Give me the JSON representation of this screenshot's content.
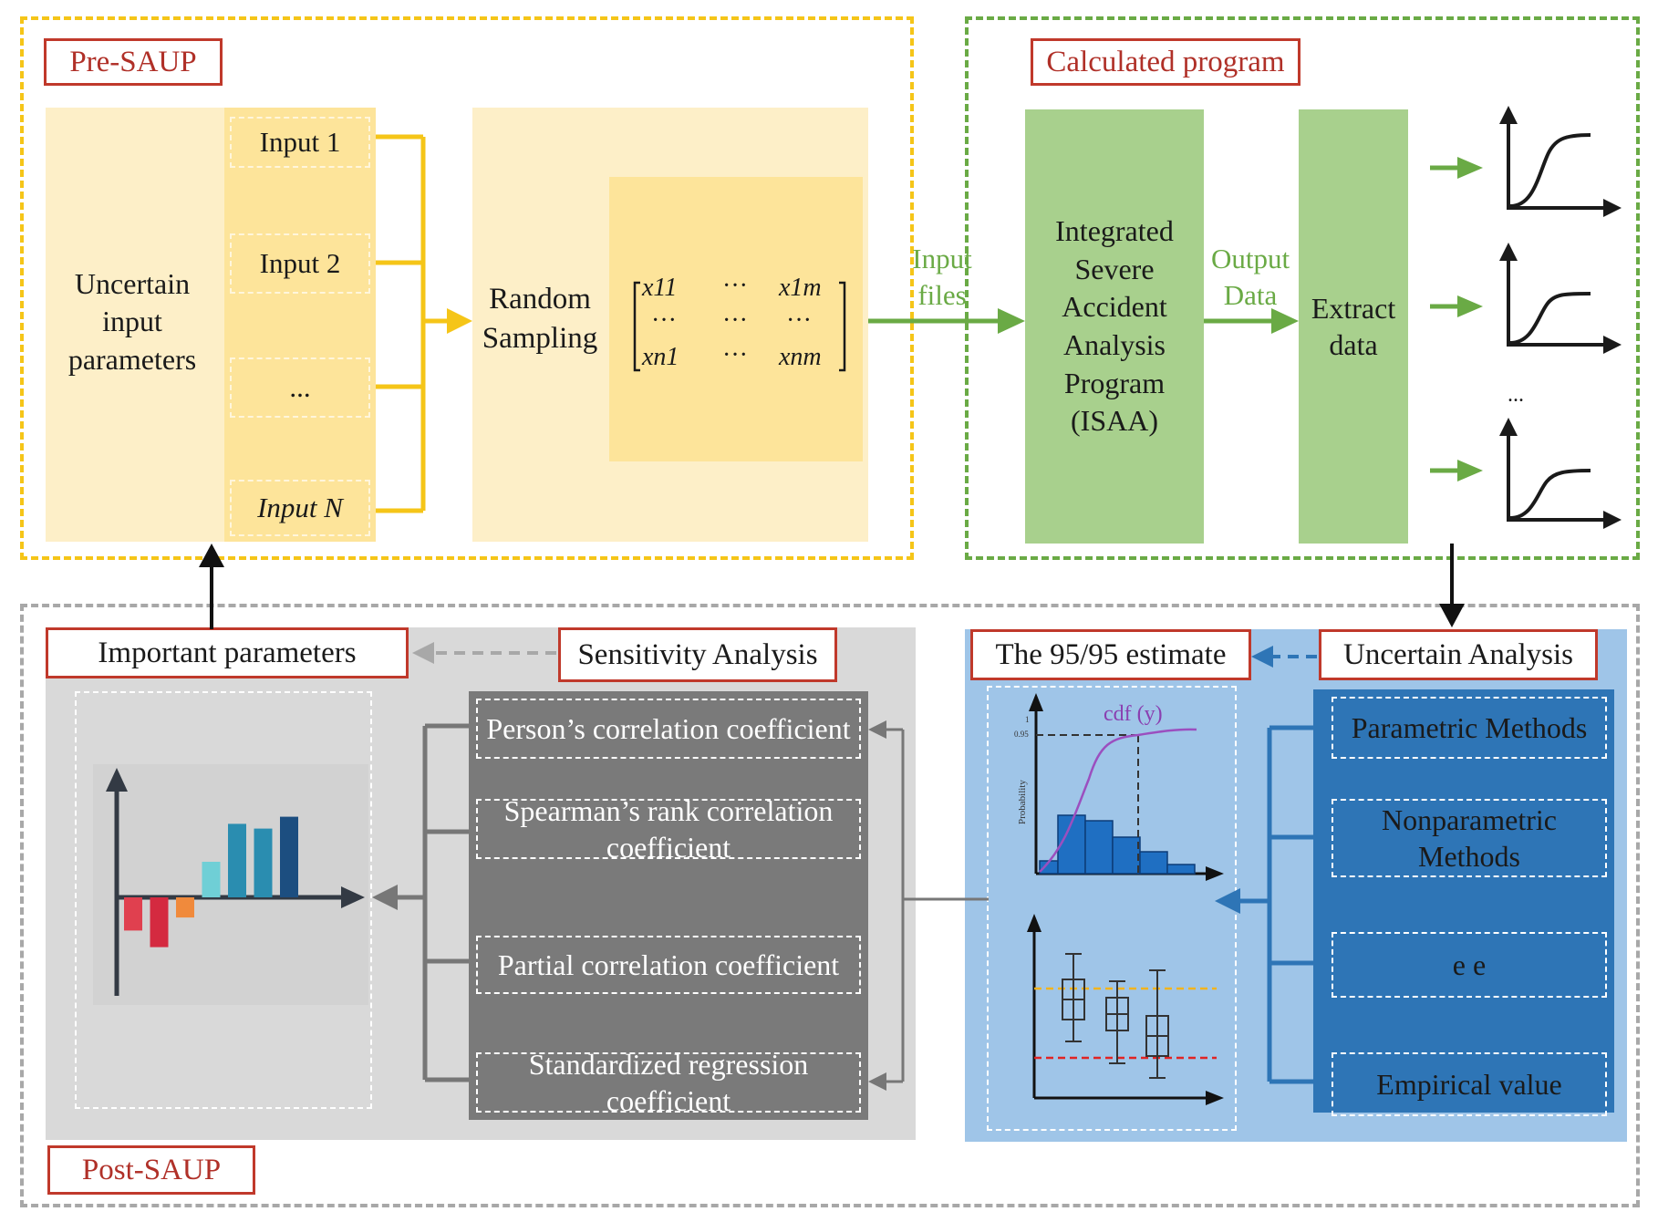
{
  "pre_saup": {
    "title": "Pre-SAUP",
    "uncertain_label": "Uncertain input parameters",
    "inputs": [
      "Input 1",
      "Input 2",
      "...",
      "Input N"
    ],
    "random_sampling": "Random Sampling",
    "matrix": {
      "row1": [
        "x11",
        "···",
        "x1m"
      ],
      "row2": [
        "···",
        "···",
        "···"
      ],
      "row3": [
        "xn1",
        "···",
        "xnm"
      ]
    }
  },
  "calculated": {
    "title": "Calculated program",
    "input_files": "Input files",
    "isaa": "Integrated Severe Accident Analysis Program (ISAA)",
    "output_data": "Output Data",
    "extract": "Extract data",
    "ellipsis": "..."
  },
  "post_saup": {
    "title": "Post-SAUP",
    "important": "Important parameters",
    "sensitivity": "Sensitivity Analysis",
    "coefficients": [
      "Person’s correlation coefficient",
      "Spearman’s rank correlation coefficient",
      "Partial correlation coefficient",
      "Standardized regression coefficient"
    ],
    "estimate": "The 95/95 estimate",
    "uncertain": "Uncertain Analysis",
    "methods": [
      "Parametric Methods",
      "Nonparametric Methods",
      "e e",
      "Empirical value"
    ],
    "cdf_label": "cdf (y)",
    "cdf_ticks": [
      "1",
      "0.95"
    ],
    "prob_axis": "Probability"
  },
  "colors": {
    "yellow_frame": "#f5c518",
    "green_frame": "#6aaa45",
    "gray_frame": "#a8a8a8",
    "light_yellow": "#fdefc8",
    "mid_yellow": "#fde49a",
    "green_box": "#a8d08d",
    "gray_panel": "#d9d9d9",
    "dark_gray": "#7a7a7a",
    "blue_panel": "#9fc5e8",
    "dark_blue": "#2e75b6",
    "red_label": "#c0392b"
  },
  "sensitivity_bar_values": [
    -0.28,
    -0.42,
    -0.17,
    0.3,
    0.62,
    0.58,
    0.68
  ]
}
